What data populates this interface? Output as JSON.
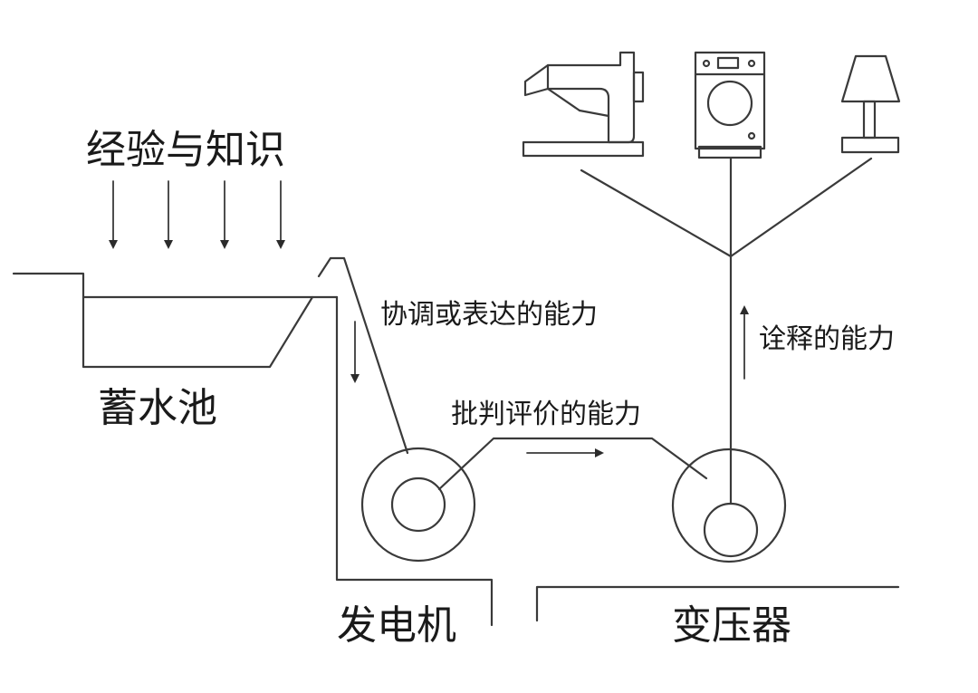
{
  "labels": {
    "experience": "经验与知识",
    "reservoir": "蓄水池",
    "coordinate": "协调或表达的能力",
    "critique": "批判评价的能力",
    "interpret": "诠释的能力",
    "generator": "发电机",
    "transformer": "变压器"
  },
  "icons": [
    "sewing-machine-icon",
    "washing-machine-icon",
    "table-lamp-icon"
  ],
  "colors": {
    "line": "#3a3a3a",
    "text": "#1a1a1a",
    "background": "#ffffff"
  }
}
